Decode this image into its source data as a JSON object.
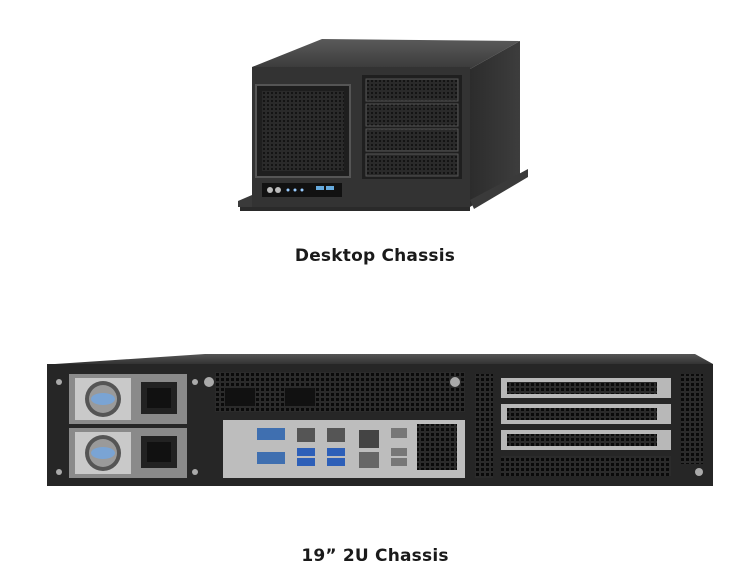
{
  "products": [
    {
      "caption": "Desktop Chassis",
      "image": "desktop-chassis-photo"
    },
    {
      "caption": "19” 2U Chassis",
      "image": "rackmount-2u-chassis-photo"
    }
  ]
}
